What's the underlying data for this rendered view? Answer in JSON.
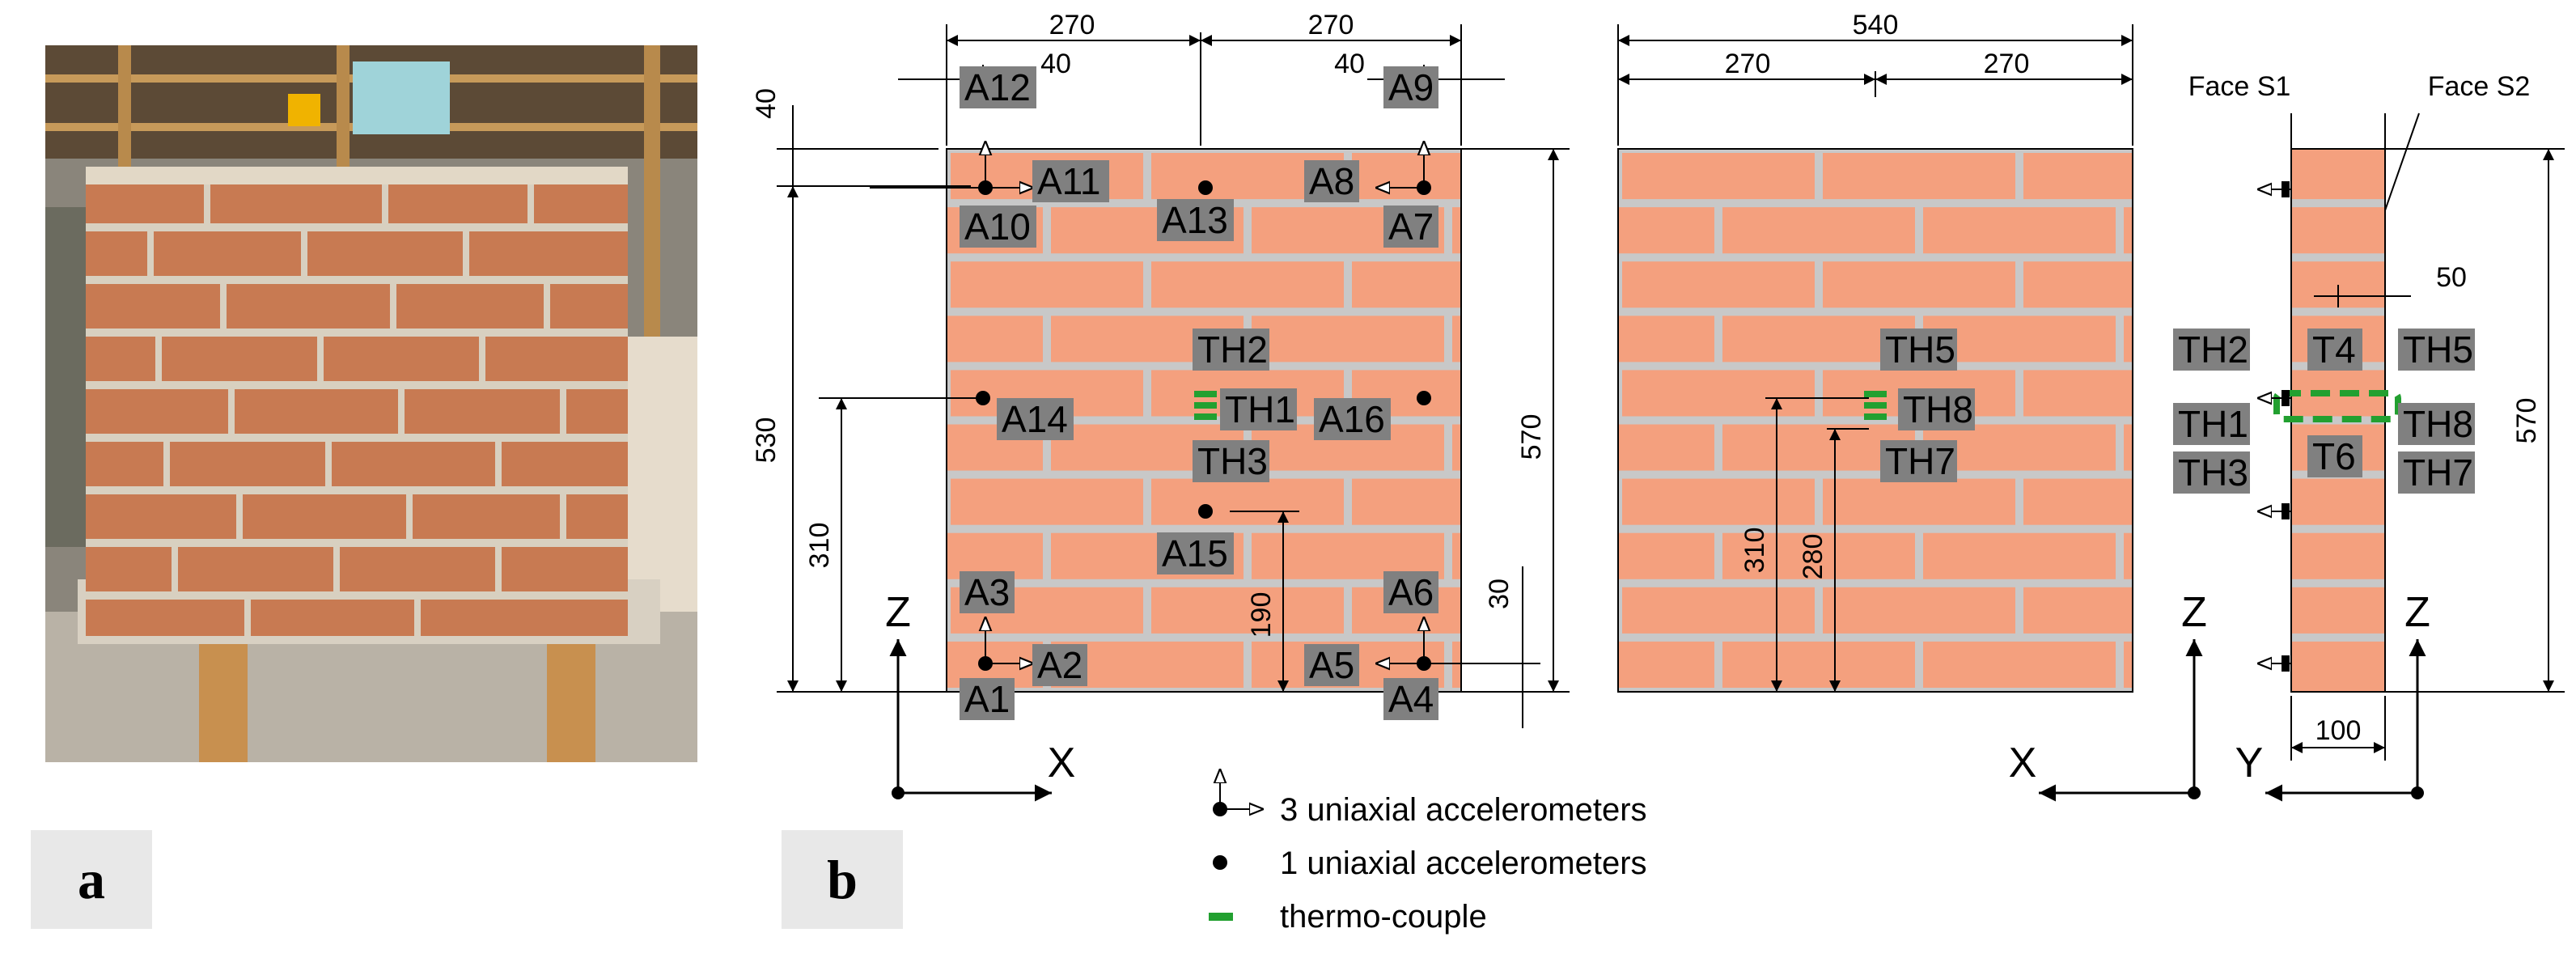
{
  "panels": {
    "a": "a",
    "b": "b"
  },
  "dimensions": {
    "front_top_left": "270",
    "front_top_right": "270",
    "front_offset_left": "40",
    "front_offset_right": "40",
    "front_top_margin": "40",
    "front_height_left": "530",
    "front_height_inner": "310",
    "front_height_right": "570",
    "front_a15_height": "190",
    "front_bottom_margin": "30",
    "back_total": "540",
    "back_half_left": "270",
    "back_half_right": "270",
    "back_th_height": "310",
    "back_th_height2": "280",
    "side_face_s1": "Face S1",
    "side_face_s2": "Face S2",
    "side_offset": "50",
    "side_height": "570",
    "side_width": "100"
  },
  "sensors": {
    "A1": "A1",
    "A2": "A2",
    "A3": "A3",
    "A4": "A4",
    "A5": "A5",
    "A6": "A6",
    "A7": "A7",
    "A8": "A8",
    "A9": "A9",
    "A10": "A10",
    "A11": "A11",
    "A12": "A12",
    "A13": "A13",
    "A14": "A14",
    "A15": "A15",
    "A16": "A16",
    "TH1": "TH1",
    "TH2": "TH2",
    "TH3": "TH3",
    "TH5": "TH5",
    "TH7": "TH7",
    "TH8": "TH8",
    "side_TH1": "TH1",
    "side_TH2": "TH2",
    "side_TH3": "TH3",
    "side_TH5": "TH5",
    "side_TH7": "TH7",
    "side_TH8": "TH8",
    "side_T4": "T4",
    "side_T6": "T6"
  },
  "axes": {
    "x1": "X",
    "z1": "Z",
    "x2": "X",
    "z2": "Z",
    "y3": "Y",
    "z3": "Z"
  },
  "legend": {
    "tri": "3 uniaxial accelerometers",
    "uni": "1 uniaxial accelerometers",
    "thermo": "thermo-couple"
  },
  "colors": {
    "brick": "#F4A07E",
    "mortar": "#C8C8C8",
    "label_bg": "#808080",
    "thermo": "#22A030"
  }
}
